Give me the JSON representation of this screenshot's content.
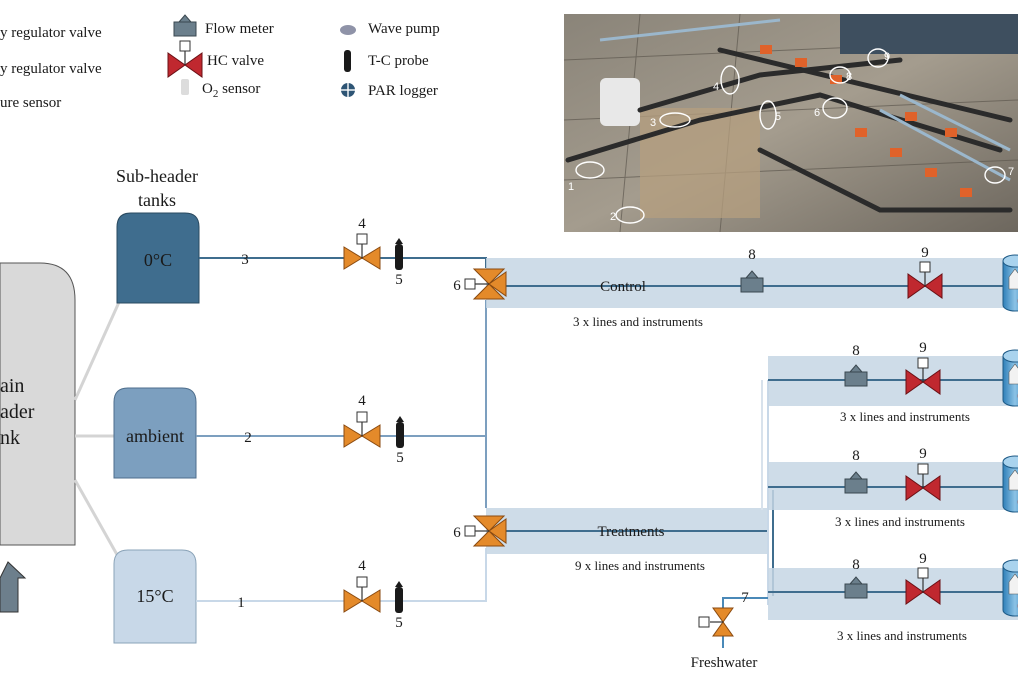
{
  "legend": {
    "col1": [
      {
        "label": "y regulator valve",
        "icon": "orange-valve-icon"
      },
      {
        "label": "y regulator valve",
        "icon": "orange-valve-icon"
      },
      {
        "label": "ure sensor",
        "icon": "pressure-sensor-icon"
      }
    ],
    "col2": [
      {
        "label": "Flow meter",
        "icon": "flow-meter-icon"
      },
      {
        "label": "HC valve",
        "icon": "hc-valve-icon"
      },
      {
        "label": "O",
        "sub": "2",
        "suffix": " sensor",
        "icon": "o2-sensor-icon"
      }
    ],
    "col3": [
      {
        "label": "Wave pump",
        "icon": "wave-pump-icon"
      },
      {
        "label": "T-C probe",
        "icon": "tc-probe-icon"
      },
      {
        "label": "PAR logger",
        "icon": "par-logger-icon"
      }
    ]
  },
  "main_tank": {
    "lines": [
      "ain",
      "ader",
      "nk"
    ],
    "color": "#d9d9d9"
  },
  "subheader": {
    "title_lines": [
      "Sub-header",
      "tanks"
    ],
    "tanks": [
      {
        "label": "0°C",
        "color": "#3f6d8e",
        "line_num": "3"
      },
      {
        "label": "ambient",
        "color": "#7c9fbf",
        "line_num": "2"
      },
      {
        "label": "15°C",
        "color": "#c8d8e8",
        "line_num": "1"
      }
    ]
  },
  "valve_numbers": {
    "regulator": "4",
    "probe": "5",
    "three_way": "6",
    "freshwater_valve": "7",
    "flow_meter": "8",
    "hc_valve": "9"
  },
  "control": {
    "label": "Control",
    "subtext": "3 x lines and instruments"
  },
  "treatments": {
    "label": "Treatments",
    "subtext": "9 x lines and instruments"
  },
  "treatment_branches": [
    {
      "subtext": "3 x lines and instruments"
    },
    {
      "subtext": "3 x lines and instruments"
    },
    {
      "subtext": "3 x lines and instruments"
    }
  ],
  "freshwater": {
    "label": "Freshwater"
  },
  "photo": {
    "markers": [
      "1",
      "2",
      "3",
      "4",
      "5",
      "6",
      "7",
      "8",
      "9"
    ]
  },
  "colors": {
    "pipe_dark": "#3f6d8e",
    "pipe_light": "#c8d8e8",
    "band": "#c6d6e4",
    "valve_orange": "#e48a2a",
    "valve_red": "#c0282f",
    "meter_grey": "#6b7f8c"
  }
}
